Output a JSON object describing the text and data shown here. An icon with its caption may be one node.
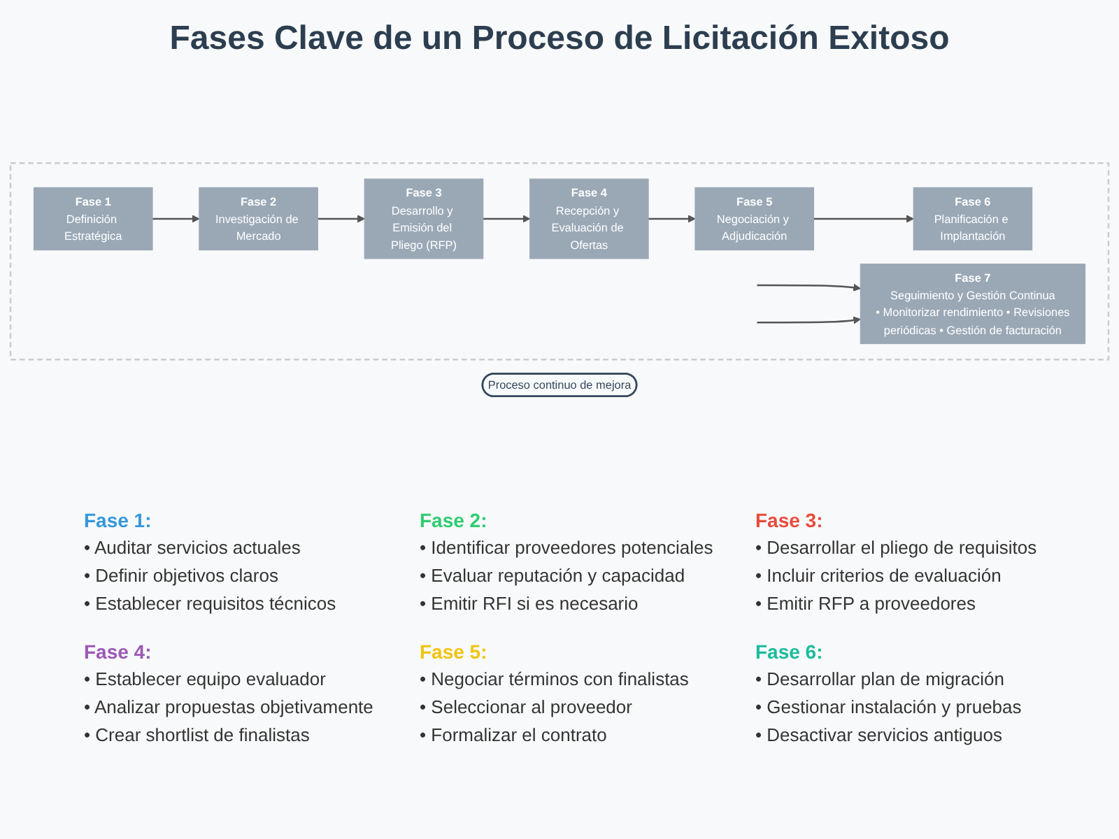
{
  "diagram": {
    "title": "Fases Clave de un Proceso de Licitación Exitoso",
    "nodes": [
      {
        "text": [],
        "shape": "box"
      },
      {
        "text": [
          "Fase 1",
          "Definición Estratégica"
        ],
        "in": 0
      },
      {
        "text": [
          "Fase 2",
          "Investigación de Mercado"
        ],
        "in": 0
      },
      {
        "text": [
          "Fase 3",
          "Desarrollo y Emisión del Pliego (RFP)"
        ],
        "in": 0
      },
      {
        "text": [
          "Fase 4",
          "Recepción y Evaluación de Ofertas"
        ],
        "in": 0
      },
      {
        "text": [
          "Fase 5",
          "Negociación y Adjudicación"
        ],
        "in": 0
      },
      {
        "text": [
          "Fase 6",
          "Planificación e Implantación"
        ],
        "in": 0
      },
      {
        "text": [
          "Fase 7",
          "Seguimiento y Gestión Continua",
          "• Monitorizar rendimiento • Revisiones periódicas • Gestión de facturación"
        ],
        "in": 0
      },
      {
        "text": [
          "Proceso continuo de mejora"
        ]
      }
    ],
    "edges": [
      {
        "from": 1,
        "to": 2,
        "arrow": "to"
      },
      {
        "from": 2,
        "to": 3,
        "arrow": "to"
      },
      {
        "from": 3,
        "to": 4,
        "arrow": "to"
      },
      {
        "from": 4,
        "to": 5,
        "arrow": "to"
      },
      {
        "from": 5,
        "to": 6,
        "arrow": "to"
      },
      {
        "from": null,
        "to": 7,
        "arrow": "to"
      },
      {
        "from": null,
        "to": 7,
        "arrow": "to"
      }
    ],
    "labels": [
      "Fase 1:",
      "• Auditar servicios actuales",
      "• Definir objetivos claros",
      "• Establecer requisitos técnicos",
      "Fase 2:",
      "• Identificar proveedores potenciales",
      "• Evaluar reputación y capacidad",
      "• Emitir RFI si es necesario",
      "Fase 3:",
      "• Desarrollar el pliego de requisitos",
      "• Incluir criterios de evaluación",
      "• Emitir RFP a proveedores",
      "Fase 4:",
      "• Establecer equipo evaluador",
      "• Analizar propuestas objetivamente",
      "• Crear shortlist de finalistas",
      "Fase 5:",
      "• Negociar términos con finalistas",
      "• Seleccionar al proveedor",
      "• Formalizar el contrato",
      "Fase 6:",
      "• Desarrollar plan de migración",
      "• Gestionar instalación y pruebas",
      "• Desactivar servicios antiguos"
    ]
  }
}
